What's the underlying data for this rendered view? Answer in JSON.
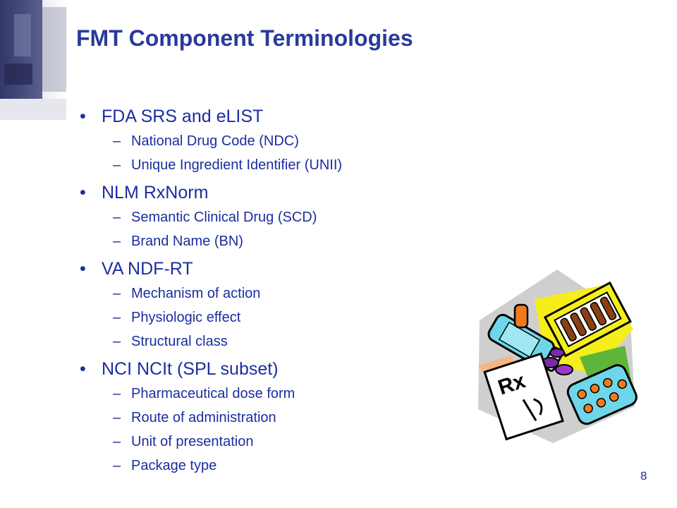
{
  "slide": {
    "title": "FMT Component Terminologies",
    "bullet_glyph": "•",
    "dash_glyph": "–",
    "page_number": "8",
    "groups": [
      {
        "label": "FDA SRS and eLIST",
        "items": [
          "National Drug Code (NDC)",
          "Unique Ingredient Identifier (UNII)"
        ]
      },
      {
        "label": "NLM RxNorm",
        "items": [
          "Semantic Clinical Drug (SCD)",
          "Brand Name (BN)"
        ]
      },
      {
        "label": "VA NDF-RT",
        "items": [
          "Mechanism of action",
          "Physiologic effect",
          "Structural class"
        ]
      },
      {
        "label": "NCI NCIt (SPL subset)",
        "items": [
          "Pharmaceutical dose form",
          "Route of administration",
          "Unit of presentation",
          "Package type"
        ]
      }
    ],
    "clipart_text": "Rx"
  },
  "colors": {
    "title": "#2a3a9b",
    "body_text": "#1c2da0",
    "background": "#ffffff"
  }
}
